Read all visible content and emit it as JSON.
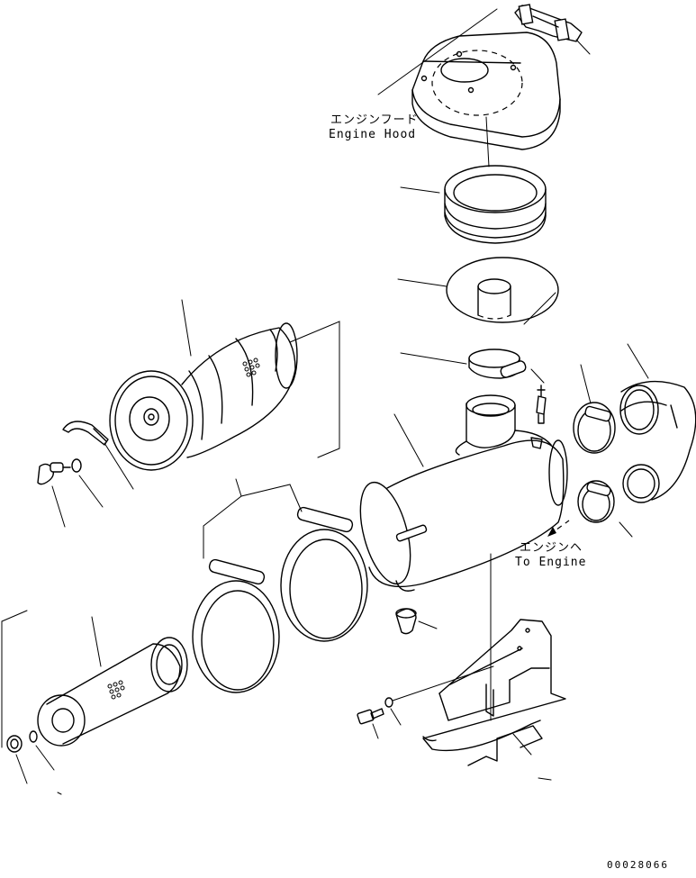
{
  "labels": {
    "engine_hood_jp": "エンジンフード",
    "engine_hood_en": "Engine Hood",
    "to_engine_jp": "エンジンヘ",
    "to_engine_en": "To Engine",
    "drawing_number": "00028066"
  }
}
